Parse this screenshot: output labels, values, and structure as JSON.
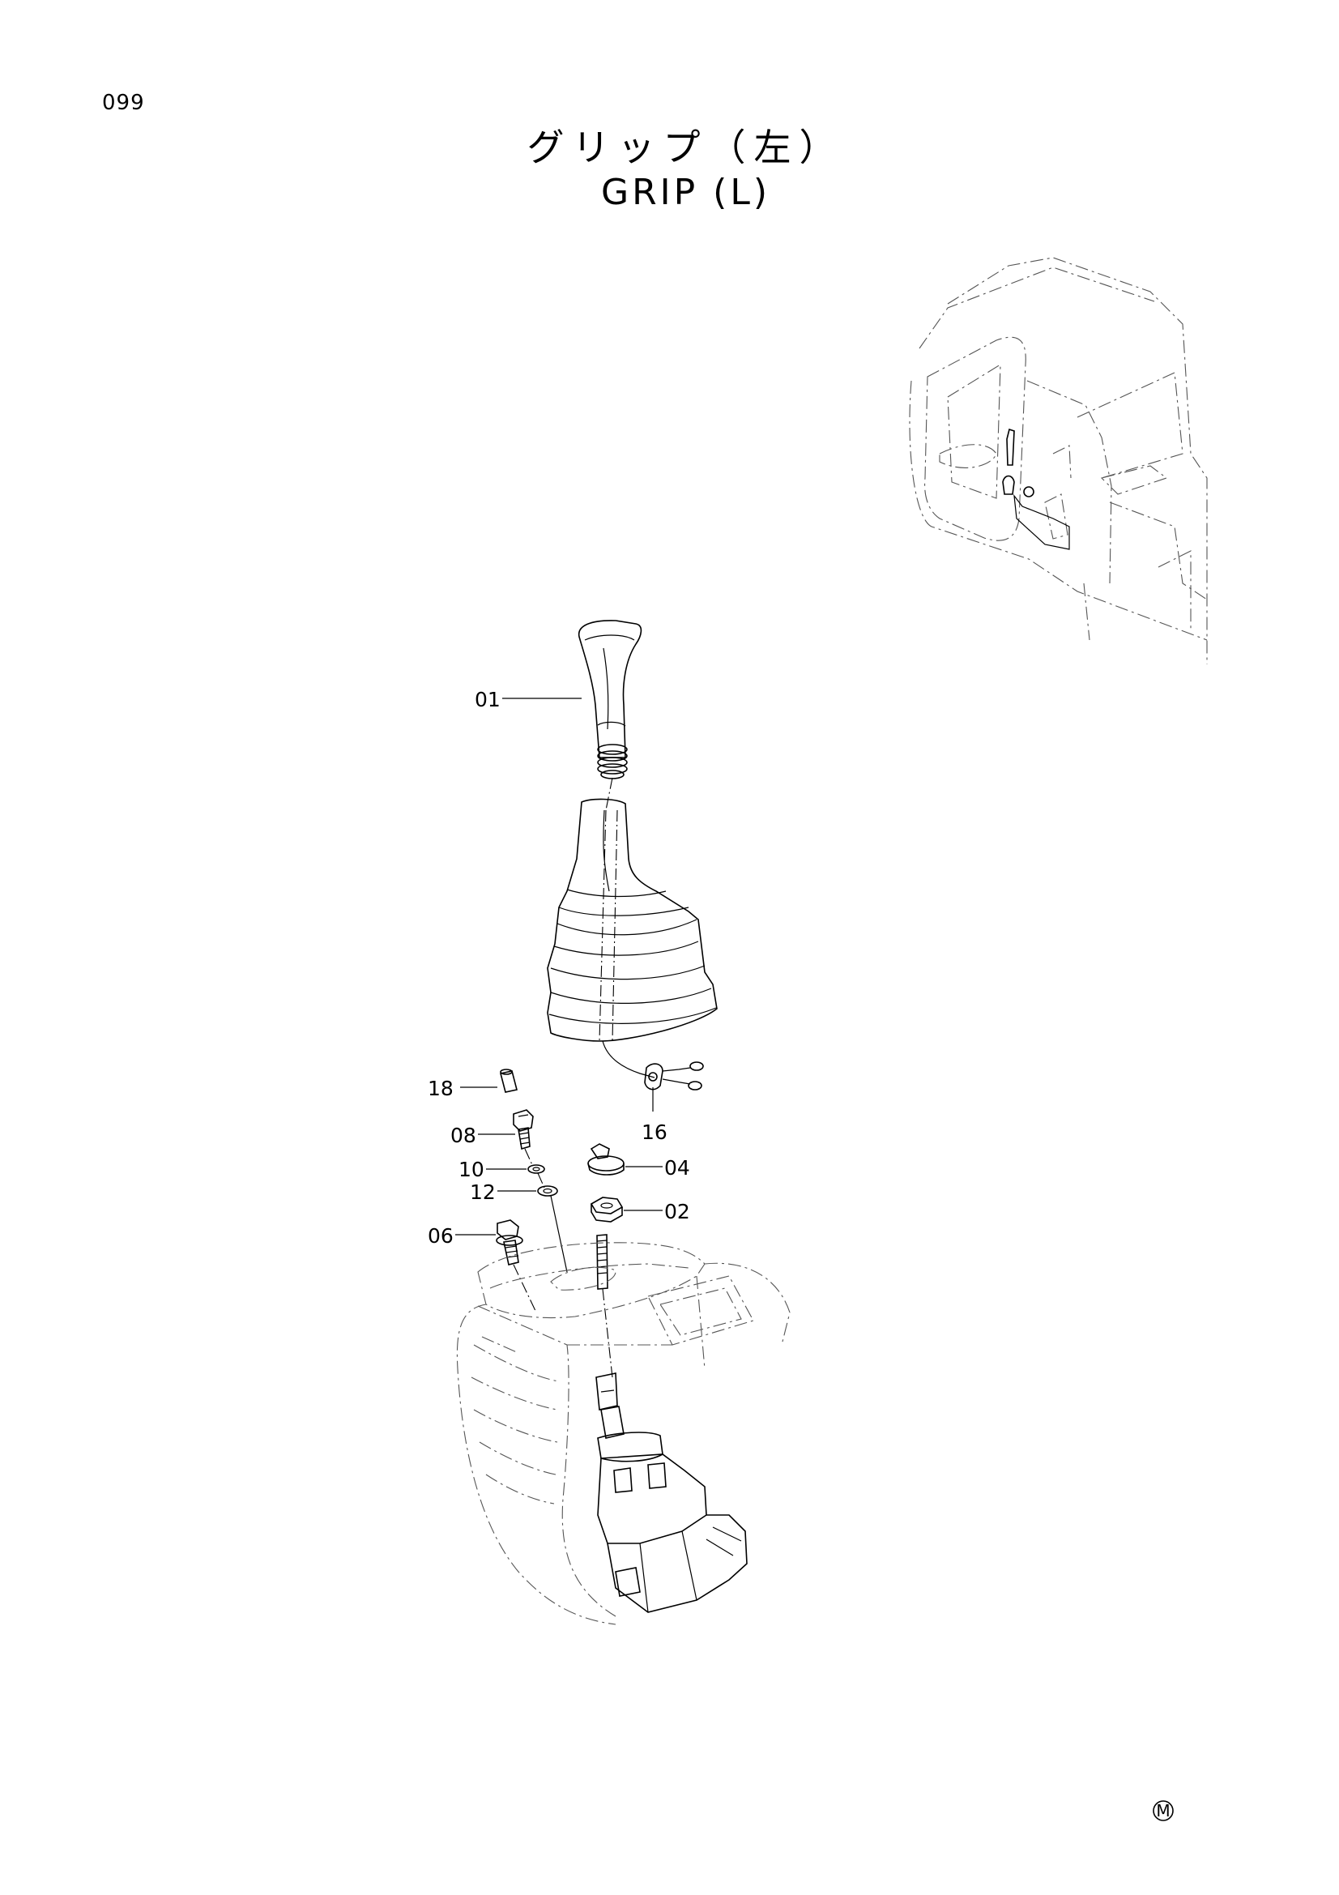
{
  "page": {
    "number": "099",
    "title_jp": "グリップ（左）",
    "title_en": "GRIP (L)",
    "mark": "M"
  },
  "callouts": {
    "c01": "01",
    "c02": "02",
    "c04": "04",
    "c06": "06",
    "c08": "08",
    "c10": "10",
    "c12": "12",
    "c16": "16",
    "c18": "18"
  },
  "colors": {
    "ink": "#000000",
    "paper": "#ffffff",
    "phantom": "#555555"
  }
}
